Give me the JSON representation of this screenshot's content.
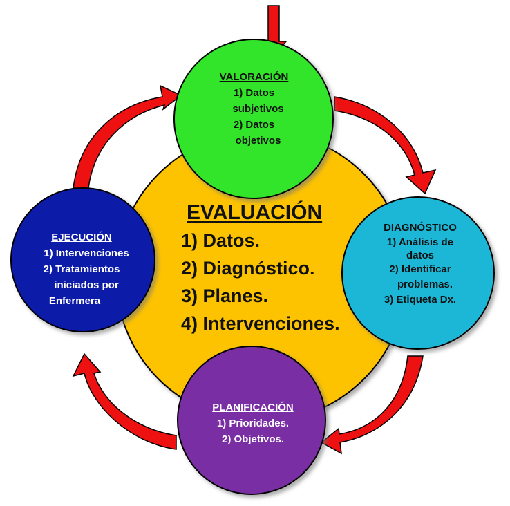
{
  "center": {
    "title": "EVALUACIÓN",
    "items": [
      "1) Datos.",
      "2) Diagnóstico.",
      "3) Planes.",
      "4) Intervenciones."
    ]
  },
  "valoracion": {
    "title": "VALORACIÓN",
    "lines": [
      "1) Datos",
      "subjetivos",
      "2) Datos",
      "objetivos"
    ]
  },
  "diagnostico": {
    "title": "DIAGNÓSTICO",
    "lines": [
      "1) Análisis de",
      "datos",
      "2) Identificar",
      "problemas.",
      "3) Etiqueta Dx."
    ]
  },
  "planificacion": {
    "title": "PLANIFICACIÓN",
    "lines": [
      "1) Prioridades.",
      "2) Objetivos."
    ]
  },
  "ejecucion": {
    "title": "EJECUCIÓN",
    "lines": [
      "1) Intervenciones",
      "2) Tratamientos",
      "iniciados por",
      "Enfermera"
    ]
  },
  "colors": {
    "center": "#fdc300",
    "valoracion": "#33e52b",
    "diagnostico": "#1bb6d6",
    "planificacion": "#7a2fa3",
    "ejecucion": "#0a1aa8",
    "arrow": "#ee1111"
  }
}
